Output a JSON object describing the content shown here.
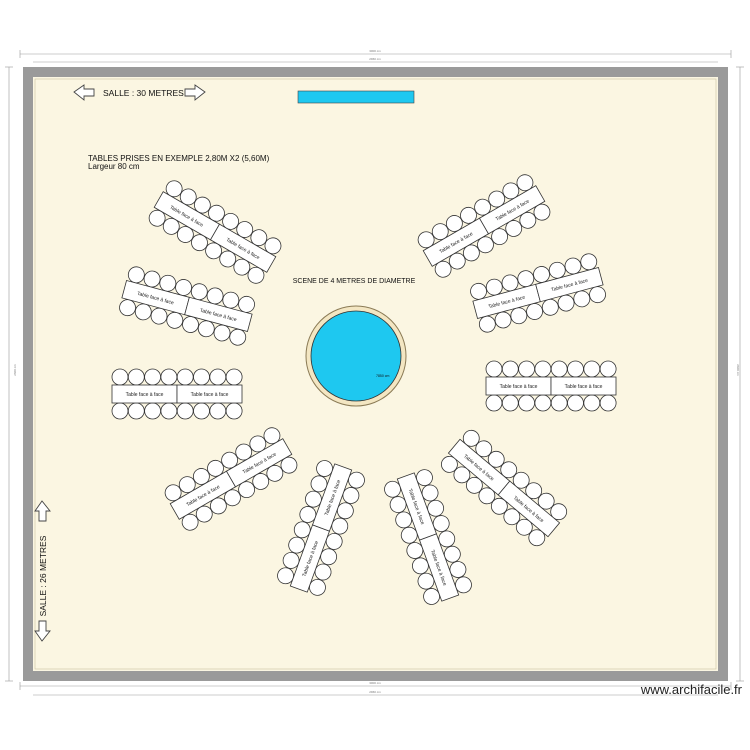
{
  "room": {
    "width_label": "SALLE : 30 METRES",
    "height_label": "SALLE : 26 METRES"
  },
  "notes": {
    "line1": "TABLES PRISES EN EXEMPLE 2,80M X2 (5,60M)",
    "line2": "Largeur 80 cm"
  },
  "stage": {
    "label": "SCENE DE 4 METRES DE DIAMETRE",
    "size_text": "7850 cm",
    "fill_color": "#1ec8f0"
  },
  "screen_bar": {
    "color": "#1ec8f0"
  },
  "dimensions": {
    "top_outer": "3000 cm",
    "top_inner": "2960 cm",
    "bottom_outer": "3000 cm",
    "bottom_inner": "2960 cm",
    "left": "2600 cm",
    "right": "2600 cm"
  },
  "table_label": "Table face à face",
  "tables": [
    {
      "id": "upper-left",
      "angle": 30
    },
    {
      "id": "left-upper",
      "angle": 15
    },
    {
      "id": "left",
      "angle": 0
    },
    {
      "id": "lower-left",
      "angle": -30
    },
    {
      "id": "bottom-left",
      "angle": -70
    },
    {
      "id": "bottom-right",
      "angle": 70
    },
    {
      "id": "lower-right",
      "angle": 40
    },
    {
      "id": "right",
      "angle": 0
    },
    {
      "id": "right-upper",
      "angle": -15
    },
    {
      "id": "upper-right",
      "angle": -30
    }
  ],
  "colors": {
    "floor": "#fbf6e2",
    "wall": "#9a9a9a"
  },
  "watermark": "www.archifacile.fr"
}
